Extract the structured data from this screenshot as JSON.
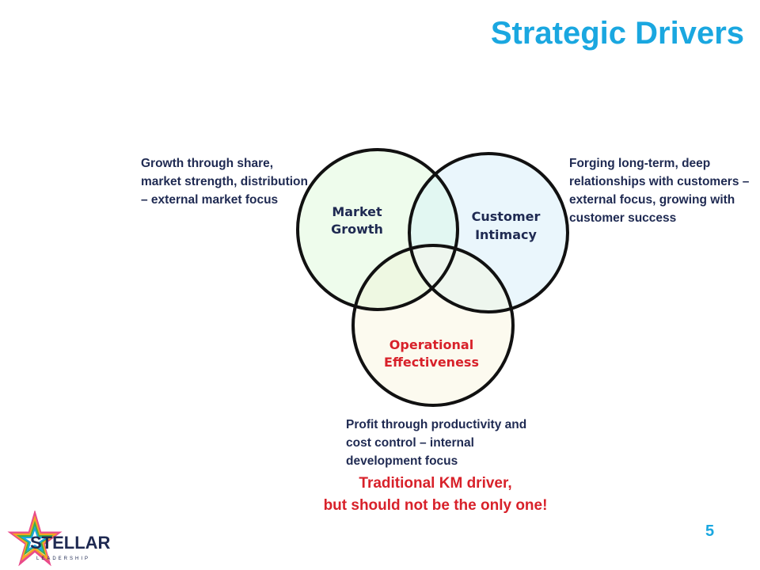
{
  "slide": {
    "title": "Strategic Drivers",
    "page_number": "5"
  },
  "venn": {
    "circles": [
      {
        "label_line1": "Market",
        "label_line2": "Growth",
        "fill": "#eefcec",
        "label_color": "#1f2a52"
      },
      {
        "label_line1": "Customer",
        "label_line2": "Intimacy",
        "fill": "#eaf6fc",
        "label_color": "#1f2a52"
      },
      {
        "label_line1": "Operational",
        "label_line2": "Effectiveness",
        "fill": "#fcfaef",
        "label_color": "#d8212a"
      }
    ],
    "overlap_fill": "#e4f8f0"
  },
  "descriptions": {
    "growth": "Growth through share, market strength, distribution – external market focus",
    "intimacy": "Forging long-term, deep relationships with customers – external focus, growing with customer success",
    "operational": "Profit through productivity and cost control – internal development focus"
  },
  "callout": {
    "line1": "Traditional KM driver,",
    "line2": "but should not be the only one!"
  },
  "logo": {
    "text": "STELLAR",
    "subtext": "LEADERSHIP"
  },
  "colors": {
    "title": "#1aa7e0",
    "accent_red": "#d8212a",
    "text_dark": "#1f2a52"
  }
}
